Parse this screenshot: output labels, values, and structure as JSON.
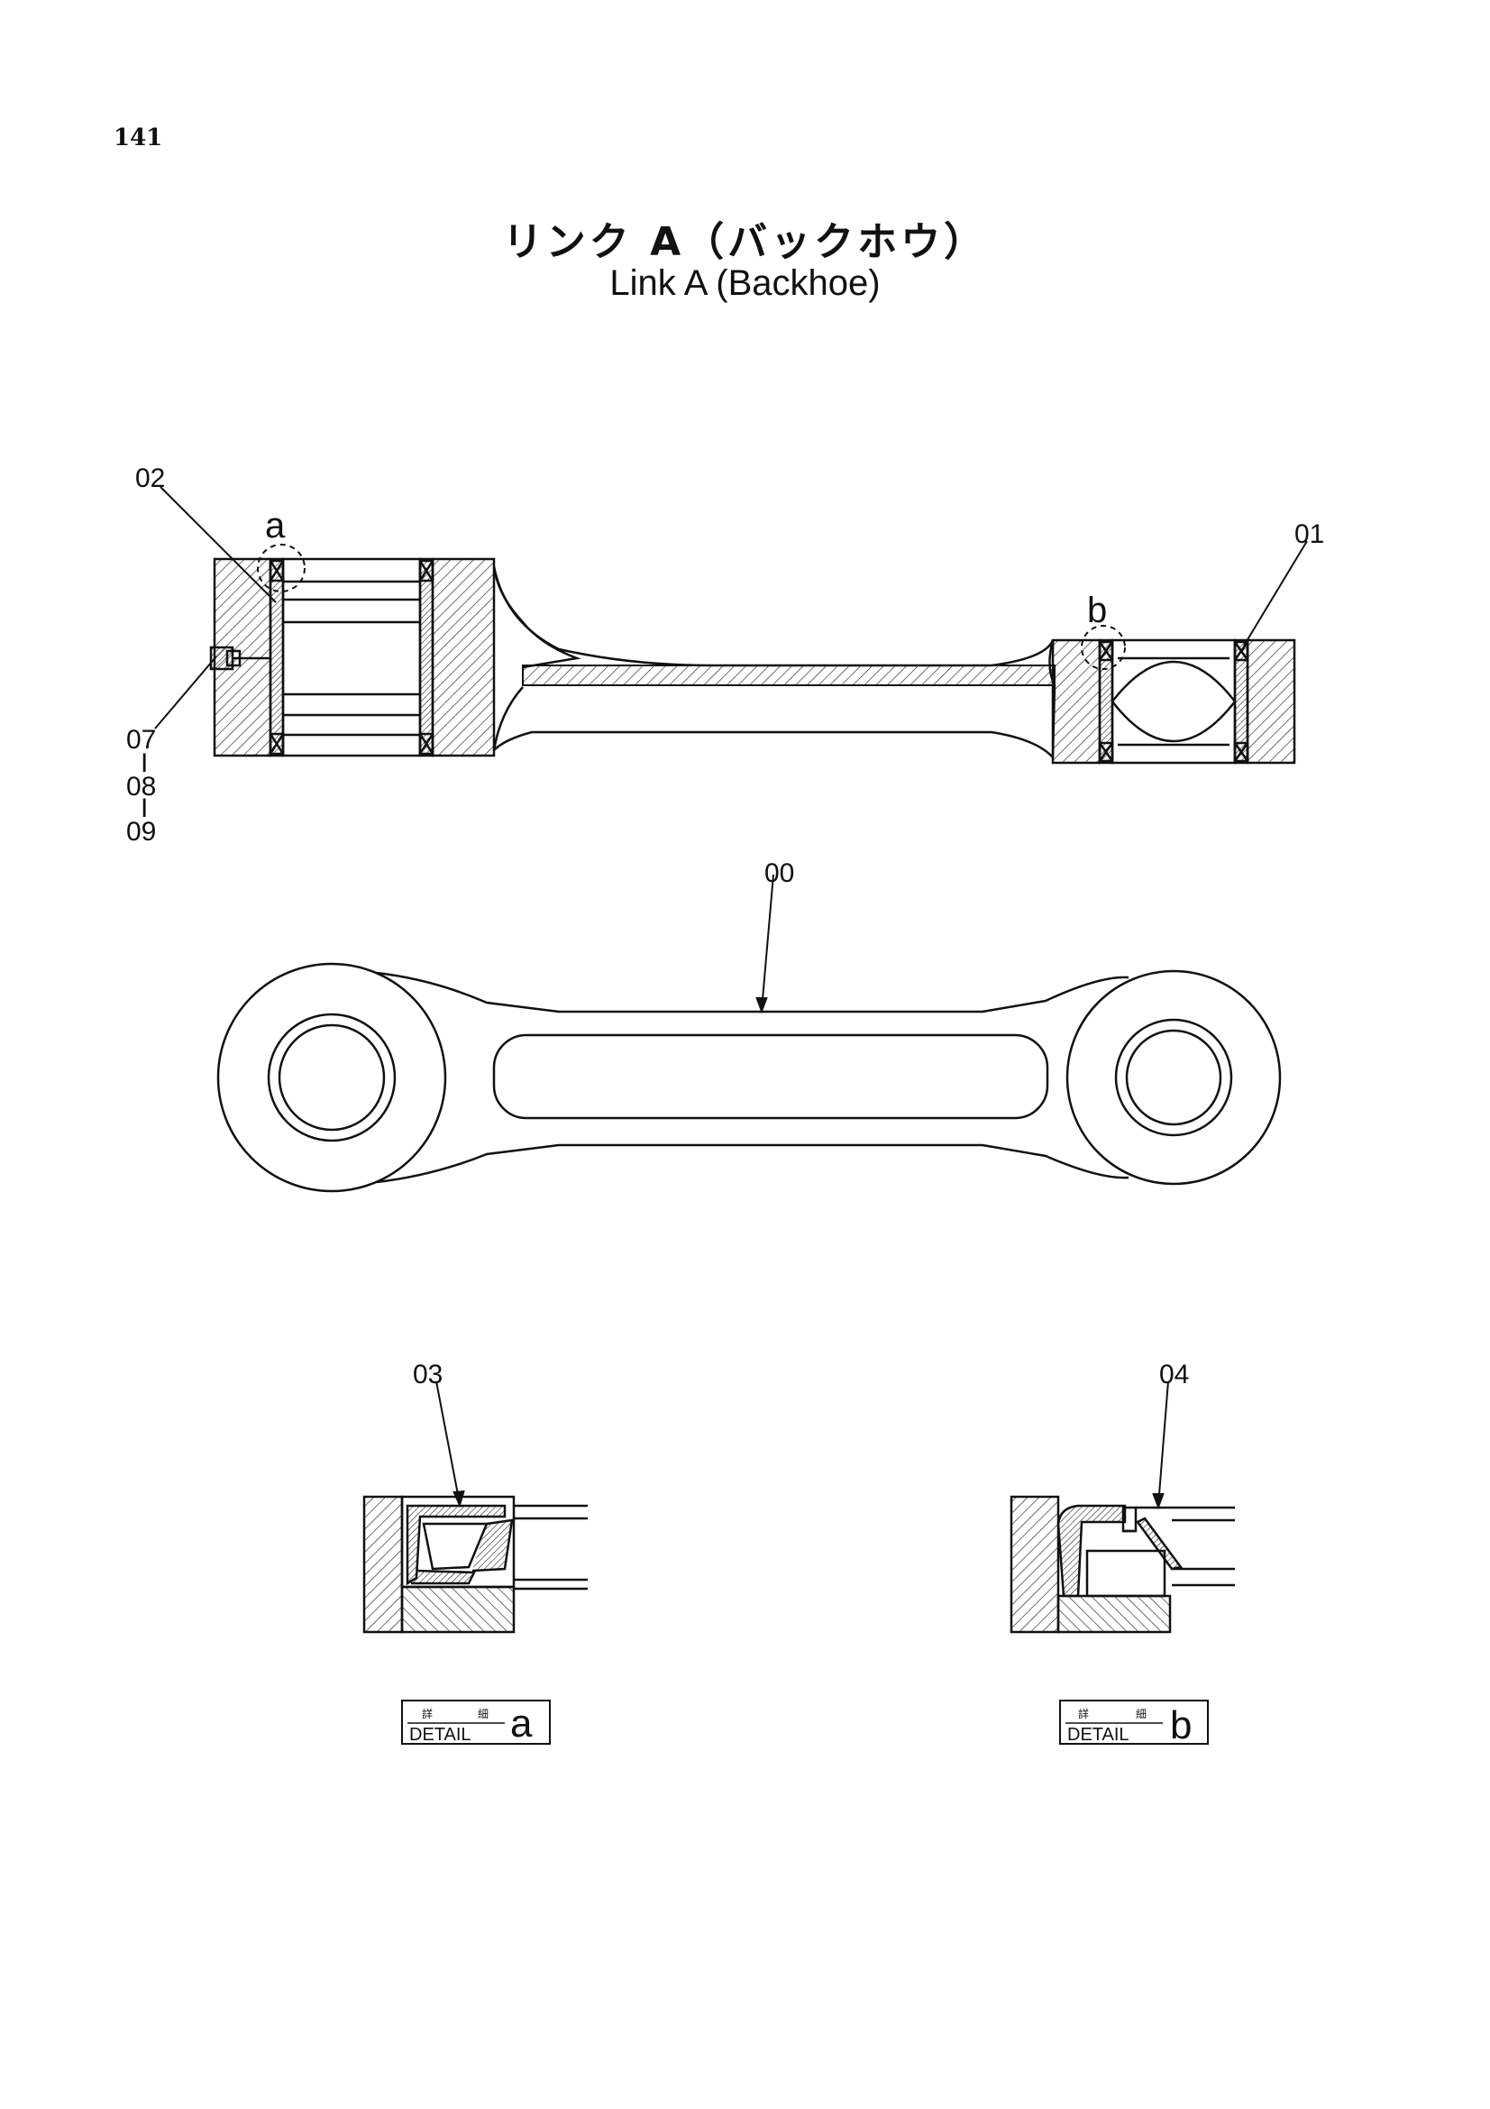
{
  "page_number": "141",
  "title_jp": "リンク A（バックホウ）",
  "title_en": "Link A (Backhoe)",
  "labels": {
    "part_02": "02",
    "part_01": "01",
    "part_00": "00",
    "part_03": "03",
    "part_04": "04",
    "part_07": "07",
    "part_08": "08",
    "part_09": "09",
    "dash": "I",
    "detail_a_marker": "a",
    "detail_b_marker": "b"
  },
  "detail_a": {
    "jp1": "詳",
    "jp2": "細",
    "en": "DETAIL",
    "letter": "a"
  },
  "detail_b": {
    "jp1": "詳",
    "jp2": "細",
    "en": "DETAIL",
    "letter": "b"
  }
}
